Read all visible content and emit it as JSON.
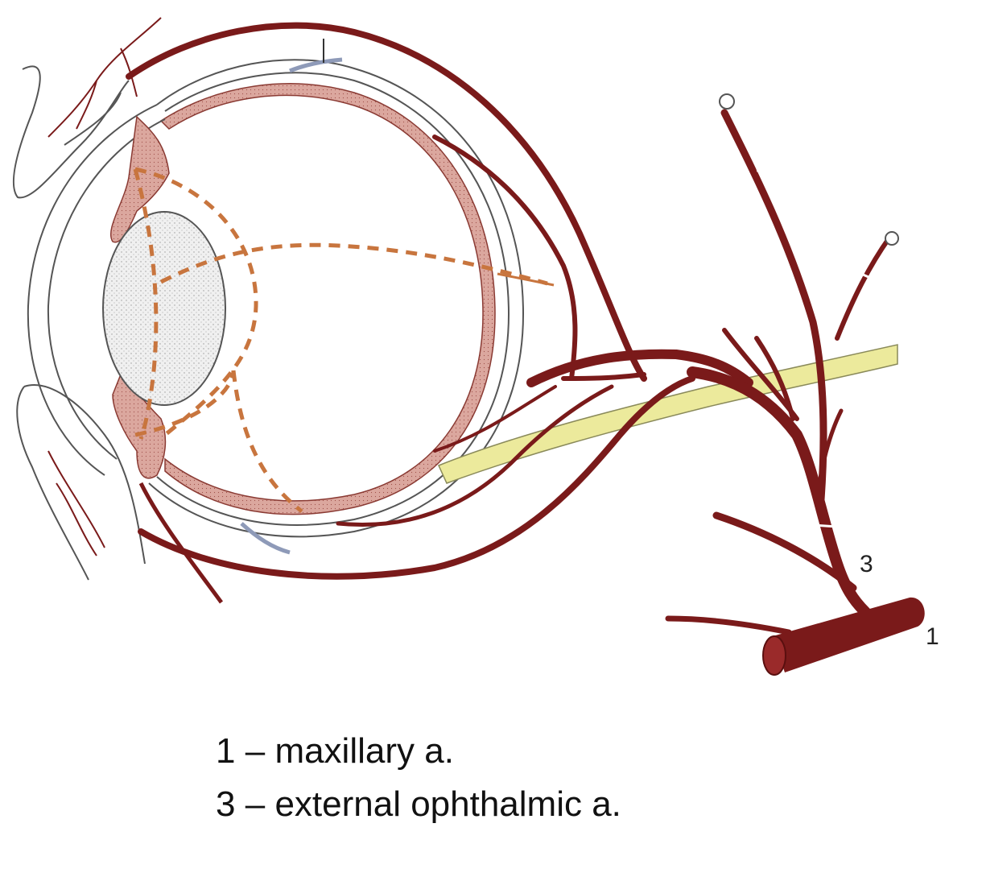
{
  "colors": {
    "artery": "#7a1a1a",
    "tissue": "#d9a29a",
    "nerve": "#ecea9c",
    "dashed": "#c8753e",
    "outline": "#555555",
    "lens": "#e8e8e8",
    "vein": "#8e9ab8"
  },
  "labels": {
    "one": "1",
    "three": "3"
  },
  "legend": [
    {
      "number": "1",
      "dash": "–",
      "text": "maxillary a."
    },
    {
      "number": "3",
      "dash": "–",
      "text": "external ophthalmic a."
    }
  ]
}
